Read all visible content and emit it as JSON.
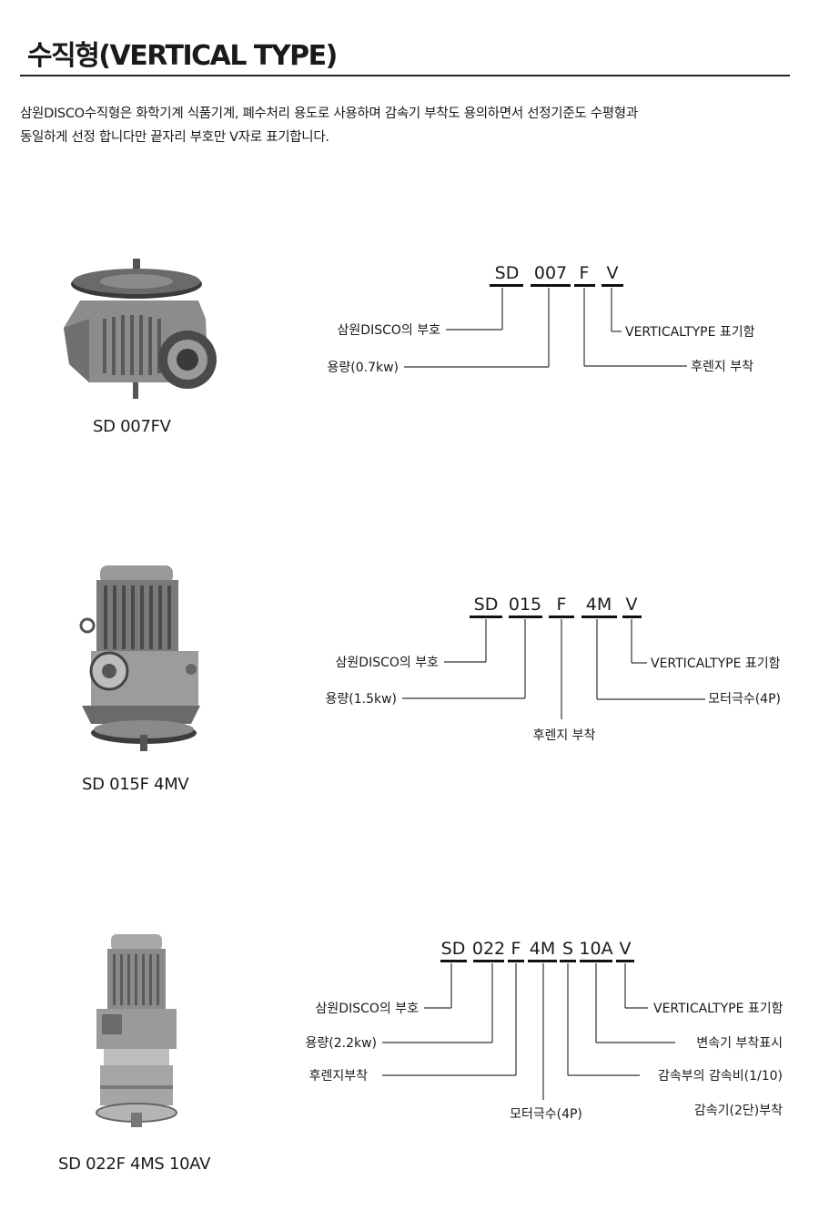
{
  "page": {
    "title": "수직형(VERTICAL TYPE)",
    "intro": [
      "삼원DISCO수직형은 화학기계 식품기계, 폐수처리 용도로 사용하며 감속기 부착도 용의하면서 선정기준도 수평형과",
      "동일하게 선정 합니다만 끝자리 부호만 V자로 표기합니다."
    ]
  },
  "models": [
    {
      "caption": "SD 007FV",
      "codes": [
        "SD",
        "007",
        "F",
        "V"
      ],
      "labels": {
        "symbol": "삼원DISCO의 부호",
        "capacity": "용량(0.7kw)",
        "vertical": "VERTICALTYPE 표기함",
        "flange": "후렌지 부착"
      }
    },
    {
      "caption": "SD 015F 4MV",
      "codes": [
        "SD",
        "015",
        "F",
        "4M",
        "V"
      ],
      "labels": {
        "symbol": "삼원DISCO의 부호",
        "capacity": "용량(1.5kw)",
        "vertical": "VERTICALTYPE 표기함",
        "poles": "모터극수(4P)",
        "flange": "후렌지 부착"
      }
    },
    {
      "caption": "SD 022F 4MS 10AV",
      "codes": [
        "SD",
        "022",
        "F",
        "4M",
        "S",
        "10A",
        "V"
      ],
      "labels": {
        "symbol": "삼원DISCO의 부호",
        "capacity": "용량(2.2kw)",
        "flange": "후렌지부착",
        "vertical": "VERTICALTYPE 표기함",
        "gearbox": "변속기 부착표시",
        "ratio": "감속부의 감속비(1/10)",
        "reducer": "감속기(2단)부착",
        "poles": "모터극수(4P)"
      }
    }
  ]
}
